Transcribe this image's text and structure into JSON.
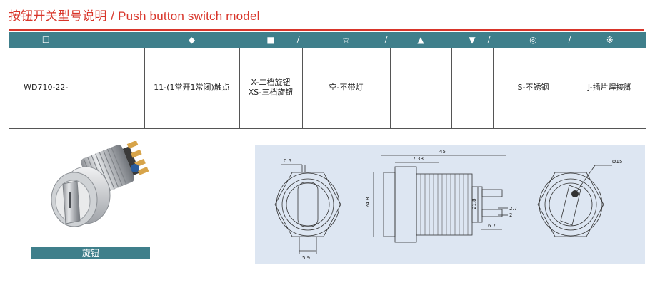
{
  "title": {
    "cn": "按钮开关型号说明",
    "en": "/ Push button switch model"
  },
  "table": {
    "header": [
      {
        "symbol": "☐",
        "sep": ""
      },
      {
        "symbol": "",
        "sep": ""
      },
      {
        "symbol": "◆",
        "sep": ""
      },
      {
        "symbol": "■",
        "sep": "/"
      },
      {
        "symbol": "☆",
        "sep": "/"
      },
      {
        "symbol": "▲",
        "sep": ""
      },
      {
        "symbol": "▼",
        "sep": "/"
      },
      {
        "symbol": "◎",
        "sep": "/"
      },
      {
        "symbol": "※",
        "sep": ""
      }
    ],
    "cells": [
      {
        "line1": "WD710-22-",
        "line2": ""
      },
      {
        "line1": "",
        "line2": ""
      },
      {
        "line1": "11-(1常开1常闭)触点",
        "line2": ""
      },
      {
        "line1": "X-二档旋钮",
        "line2": "XS-三档旋钮"
      },
      {
        "line1": "空-不带灯",
        "line2": ""
      },
      {
        "line1": "",
        "line2": ""
      },
      {
        "line1": "",
        "line2": ""
      },
      {
        "line1": "S-不锈钢",
        "line2": ""
      },
      {
        "line1": "J-插片焊接脚",
        "line2": ""
      }
    ]
  },
  "photo_label": "旋钮",
  "drawing": {
    "dims": {
      "d05": "0.5",
      "d59": "5.9",
      "d45": "45",
      "d1733": "17.33",
      "d248": "24.8",
      "d218": "21.8",
      "d27": "2.7",
      "d2": "2",
      "d67": "6.7",
      "dia15": "Ø15"
    }
  }
}
